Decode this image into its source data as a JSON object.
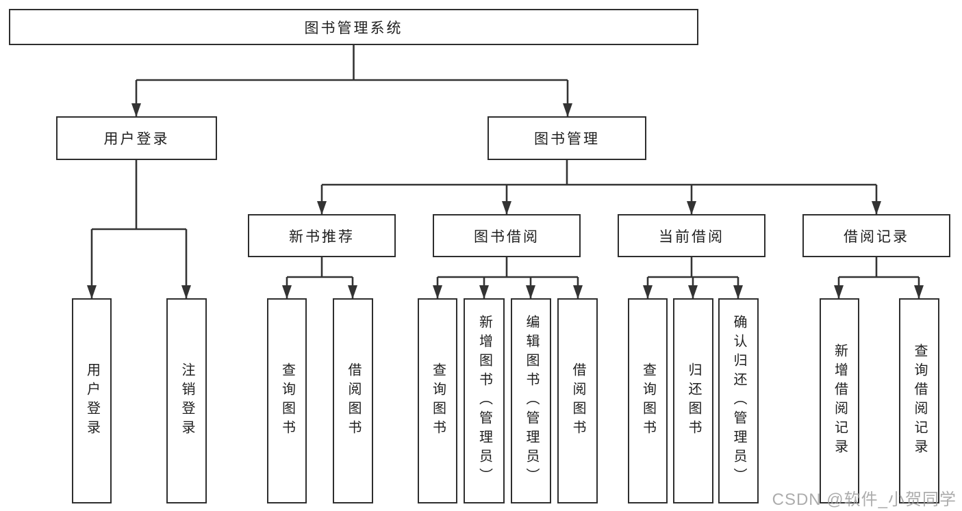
{
  "root": {
    "label": "图书管理系统"
  },
  "level2": {
    "user_login": {
      "label": "用户登录"
    },
    "book_management": {
      "label": "图书管理"
    }
  },
  "level3": {
    "new_book_recommend": {
      "label": "新书推荐"
    },
    "book_borrow": {
      "label": "图书借阅"
    },
    "current_borrow": {
      "label": "当前借阅"
    },
    "borrow_record": {
      "label": "借阅记录"
    }
  },
  "leaves": {
    "user_login": [
      "用户登录",
      "注销登录"
    ],
    "new_book_recommend": [
      "查询图书",
      "借阅图书"
    ],
    "book_borrow": [
      "查询图书",
      "新增图书（管理员）",
      "编辑图书（管理员）",
      "借阅图书"
    ],
    "current_borrow": [
      "查询图书",
      "归还图书",
      "确认归还（管理员）"
    ],
    "borrow_record": [
      "新增借阅记录",
      "查询借阅记录"
    ]
  },
  "watermark": "CSDN @软件_小贺同学",
  "colors": {
    "background": "#ffffff",
    "line": "#333333",
    "border": "#2e2e2e",
    "text": "#1f1f1f",
    "watermark": "#9e9e9e"
  }
}
